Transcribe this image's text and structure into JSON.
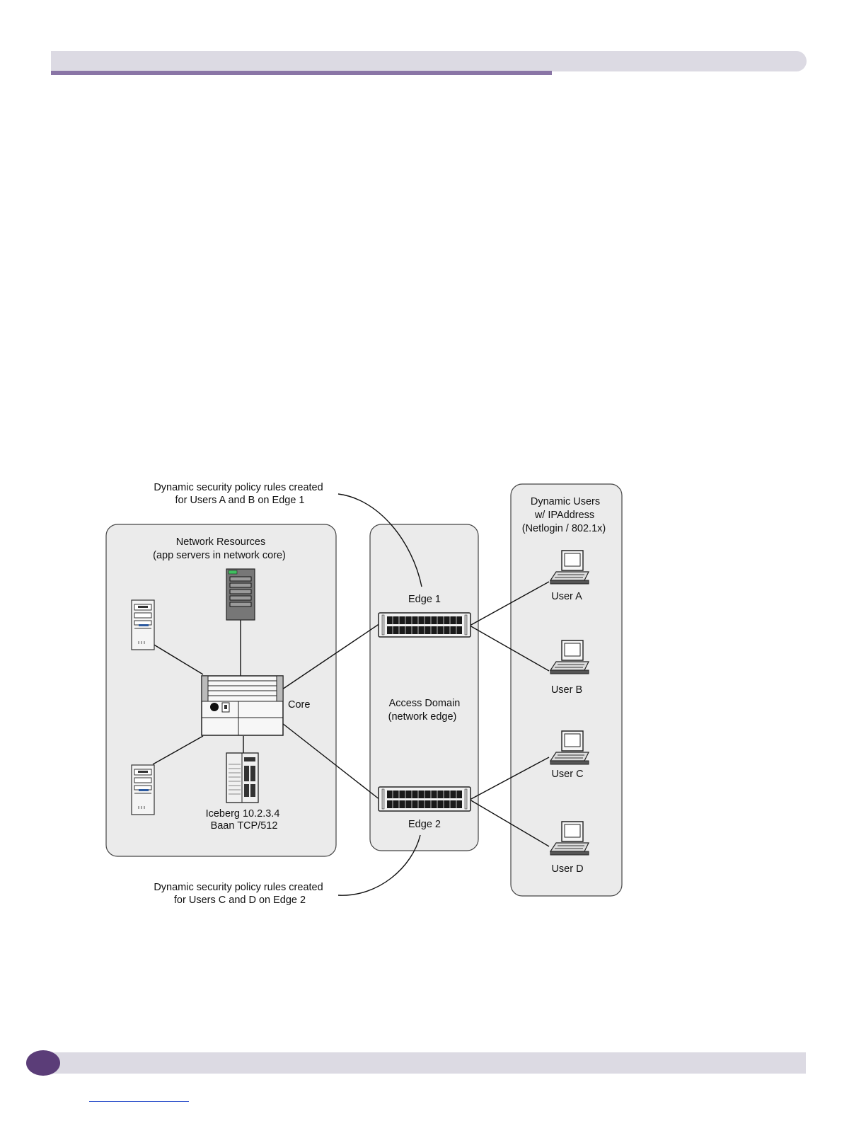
{
  "header": {
    "title": ""
  },
  "diagram": {
    "annotation_top": {
      "line1": "Dynamic security policy rules created",
      "line2": "for Users A and B on Edge 1"
    },
    "annotation_bottom": {
      "line1": "Dynamic security policy rules created",
      "line2": "for Users C and D on Edge 2"
    },
    "network_resources": {
      "line1": "Network Resources",
      "line2": "(app servers in network core)"
    },
    "access_domain": {
      "line1": "Access Domain",
      "line2": "(network edge)"
    },
    "dynamic_users": {
      "line1": "Dynamic Users",
      "line2": "w/ IPAddress",
      "line3": "(Netlogin / 802.1x)"
    },
    "core_label": "Core",
    "edge1_label": "Edge 1",
    "edge2_label": "Edge 2",
    "iceberg": {
      "line1": "Iceberg 10.2.3.4",
      "line2": "Baan TCP/512"
    },
    "users": [
      "User A",
      "User B",
      "User C",
      "User D"
    ]
  },
  "colors": {
    "panel_fill": "#ebebeb",
    "header_bar": "#dcdae3",
    "header_accent": "#8a75a6",
    "footer_oval": "#5b3d78"
  }
}
